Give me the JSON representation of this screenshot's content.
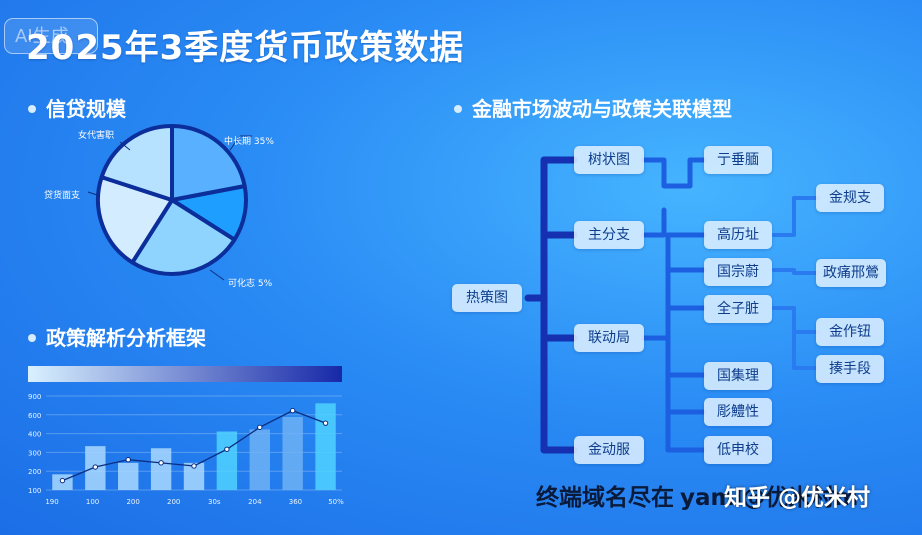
{
  "badge": "AI生成",
  "title": "2025年3季度货币政策数据",
  "credit_section": {
    "title": "信贷规模",
    "pie_labels": [
      "中长期 35%",
      "可化志 5%",
      "贷货面支",
      "女代害职"
    ]
  },
  "framework_section": {
    "title": "政策解析分析框架"
  },
  "model_section": {
    "title": "金融市场波动与政策关联模型"
  },
  "tree": {
    "root": "热策图",
    "level1": [
      "树状图",
      "主分支",
      "联动局",
      "金动服"
    ],
    "level2": [
      "亍垂腼",
      "高历址",
      "国宗蔚",
      "全子脏",
      "国集理",
      "彫鱧性",
      "低申校"
    ],
    "level3": [
      "金规支",
      "政痛邢鶯",
      "金作钮",
      "揍手段"
    ]
  },
  "watermark": {
    "text": "终端域名尽在",
    "overlay": "yaml@优米村m",
    "brand": "知乎 @优米村"
  },
  "chart_data": {
    "type": "bar",
    "title": "",
    "categories": [
      "190",
      "100",
      "200",
      "200",
      "200",
      "30s",
      "204",
      "360",
      "50%"
    ],
    "ylim": [
      0,
      900
    ],
    "y_ticks": [
      "900",
      "600",
      "400",
      "300",
      "200",
      "100"
    ],
    "x_ticks": [
      "190",
      "100",
      "200",
      "200",
      "30s",
      "204",
      "360",
      "50%"
    ],
    "series": [
      {
        "values": [
          150,
          420,
          260,
          400,
          260,
          560,
          580,
          700,
          830
        ]
      },
      {
        "values": [
          90,
          220,
          290,
          260,
          230,
          390,
          600,
          760,
          640
        ]
      }
    ],
    "colors": {
      "bar_light": "#a9d8ff",
      "bar_mid": "#6fb2f5",
      "bar_hi": "#4fd2ff",
      "line": "#0b2e80"
    }
  },
  "pie_data": {
    "slices": [
      {
        "value": 22,
        "color": "#58b0ff"
      },
      {
        "value": 12,
        "color": "#1e9fff"
      },
      {
        "value": 25,
        "color": "#8fd3ff"
      },
      {
        "value": 21,
        "color": "#d4ecff"
      },
      {
        "value": 20,
        "color": "#b6e2ff"
      }
    ]
  },
  "gradient_bar": {
    "from": "#d9f1ff",
    "to": "#1728a8"
  }
}
